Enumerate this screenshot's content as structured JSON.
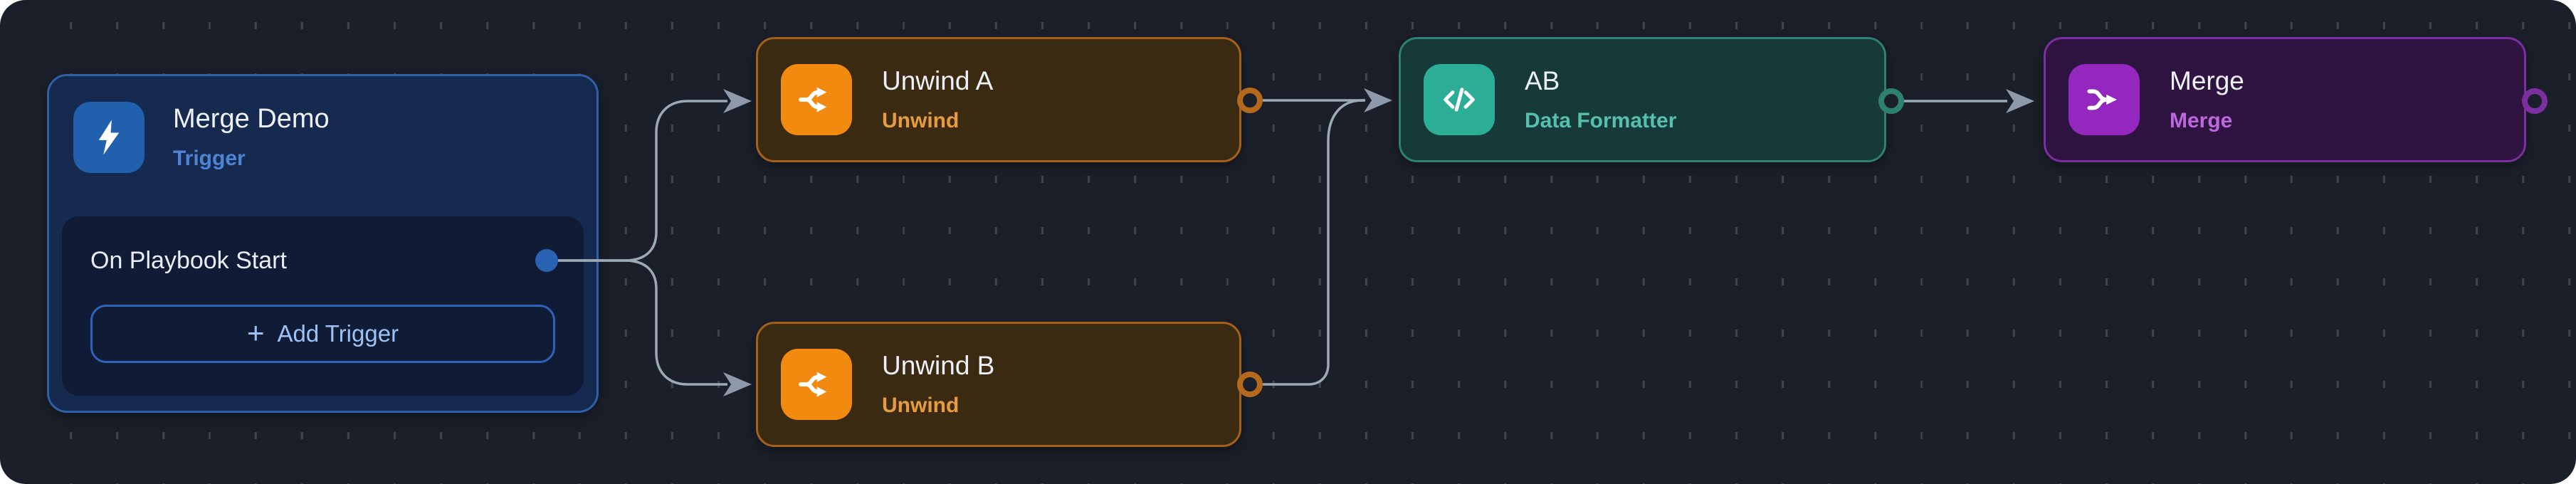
{
  "canvas": {
    "background_color": "#1A1F2A",
    "grid_dash_color": "#3F4550",
    "edge_color": "#9DA9B6"
  },
  "nodes": [
    {
      "id": "trigger",
      "title": "Merge Demo",
      "subtitle": "Trigger",
      "icon": "lightning-bolt-icon",
      "icon_color": "#2160AC",
      "subtitle_color": "#4E84D4",
      "trigger_row": {
        "label": "On Playbook Start"
      },
      "add_trigger": {
        "plus": "+",
        "label": "Add Trigger"
      }
    },
    {
      "id": "unwind-a",
      "title": "Unwind A",
      "subtitle": "Unwind",
      "icon": "split-arrows-icon",
      "icon_color": "#F28A10",
      "subtitle_color": "#E89A40"
    },
    {
      "id": "unwind-b",
      "title": "Unwind B",
      "subtitle": "Unwind",
      "icon": "split-arrows-icon",
      "icon_color": "#F28A10",
      "subtitle_color": "#E89A40"
    },
    {
      "id": "ab",
      "title": "AB",
      "subtitle": "Data Formatter",
      "icon": "code-icon",
      "icon_color": "#2BAD96",
      "subtitle_color": "#56BFAD"
    },
    {
      "id": "merge",
      "title": "Merge",
      "subtitle": "Merge",
      "icon": "merge-arrows-icon",
      "icon_color": "#9427BD",
      "subtitle_color": "#BD67DD"
    }
  ],
  "edges": [
    {
      "from": "trigger.on-playbook-start",
      "to": "unwind-a"
    },
    {
      "from": "trigger.on-playbook-start",
      "to": "unwind-b"
    },
    {
      "from": "unwind-a",
      "to": "ab"
    },
    {
      "from": "unwind-b",
      "to": "ab"
    },
    {
      "from": "ab",
      "to": "merge"
    }
  ]
}
